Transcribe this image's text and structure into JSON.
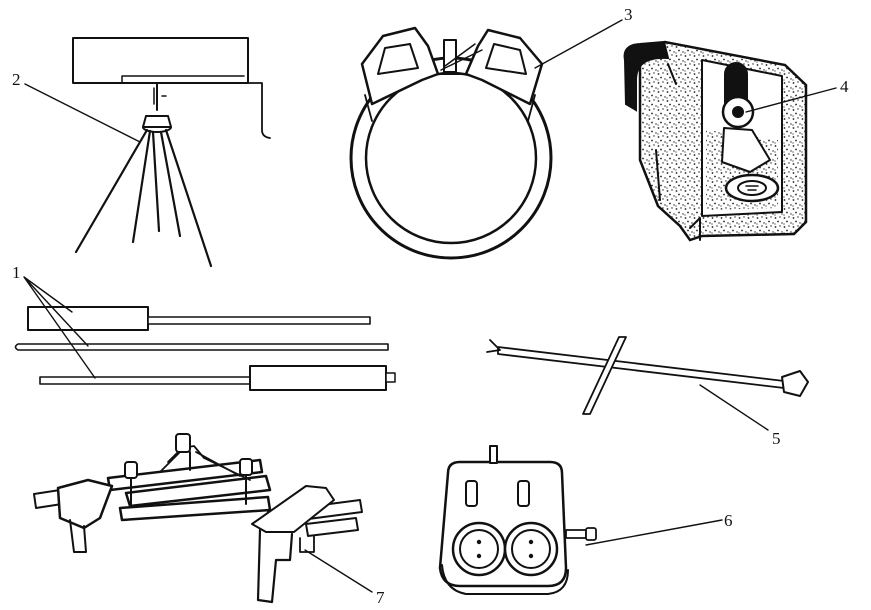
{
  "figure": {
    "callouts": [
      {
        "id": "1",
        "text": "1"
      },
      {
        "id": "2",
        "text": "2"
      },
      {
        "id": "3",
        "text": "3"
      },
      {
        "id": "4",
        "text": "4"
      },
      {
        "id": "5",
        "text": "5"
      },
      {
        "id": "6",
        "text": "6"
      },
      {
        "id": "7",
        "text": "7"
      }
    ],
    "items": [
      {
        "id": "1",
        "icon": "probe-rods-icon"
      },
      {
        "id": "2",
        "icon": "tripod-stand-icon"
      },
      {
        "id": "3",
        "icon": "ring-clamp-icon"
      },
      {
        "id": "4",
        "icon": "mechanism-housing-icon"
      },
      {
        "id": "5",
        "icon": "cross-rod-icon"
      },
      {
        "id": "6",
        "icon": "control-box-icon"
      },
      {
        "id": "7",
        "icon": "clamp-frame-icon"
      }
    ]
  }
}
